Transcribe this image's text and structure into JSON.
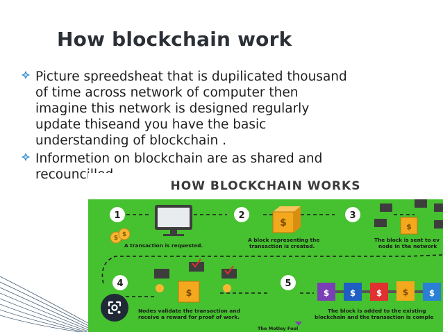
{
  "slide": {
    "title": "How blockchain work",
    "bullets": [
      {
        "lines": [
          "Picture spreedsheat that is dupilicated thousand",
          "of time across network of computer  then",
          "imagine this network is designed regularly",
          "update thiseand you have the basic",
          "understanding of blockchain ."
        ]
      },
      {
        "lines": [
          "Informetion on blockchain are as shared and",
          "recouncilled"
        ]
      }
    ]
  },
  "infographic": {
    "title": "HOW BLOCKCHAIN WORKS",
    "steps": [
      {
        "number": "1",
        "caption": [
          "A transaction is requested."
        ]
      },
      {
        "number": "2",
        "caption": [
          "A block representing the",
          "transaction is created."
        ]
      },
      {
        "number": "3",
        "caption": [
          "The block is sent to ev",
          "node in the network"
        ]
      },
      {
        "number": "4",
        "caption": [
          "Nodes validate the transaction and",
          "receive a reward for proof of work."
        ]
      },
      {
        "number": "5",
        "caption": [
          "The block is added to the existing",
          "blockchain and the transaction is comple"
        ]
      }
    ],
    "credit": "The Motley Fool",
    "colors": {
      "background": "#46c12f",
      "block": "#f4a81d",
      "chain": [
        "#7b3fb5",
        "#1f5fc4",
        "#e0302f",
        "#2b7fd4"
      ]
    }
  },
  "overlay": {
    "icon": "lens-icon"
  }
}
